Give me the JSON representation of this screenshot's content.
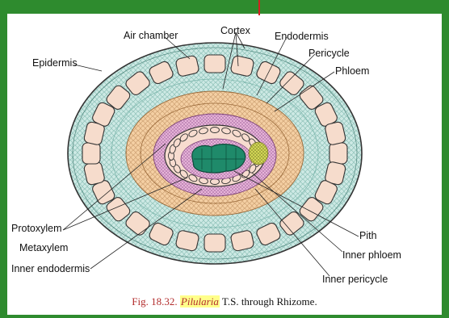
{
  "labels": {
    "air_chamber": "Air chamber",
    "cortex": "Cortex",
    "endodermis": "Endodermis",
    "pericycle": "Pericycle",
    "phloem": "Phloem",
    "epidermis": "Epidermis",
    "protoxylem": "Protoxylem",
    "metaxylem": "Metaxylem",
    "inner_endodermis": "Inner endodermis",
    "pith": "Pith",
    "inner_phloem": "Inner phloem",
    "inner_pericycle": "Inner pericycle"
  },
  "caption": {
    "figure": "Fig. 18.32.",
    "genus": "Pilularia",
    "rest": "T.S. through Rhizome."
  },
  "colors": {
    "frame_green": "#2e8b2e",
    "red_tick": "#d42020",
    "epidermis_fill": "#c9e6e0",
    "air_chamber_fill": "#f6dccc",
    "cortex_fill": "#cde9e4",
    "endodermis_fill": "#f4cfa3",
    "phloem_fill": "#e7b5d9",
    "xylem_fill": "#f7dccf",
    "pith_fill": "#1f8a6a",
    "protoxylem_fill": "#d7dc58",
    "caption_fig": "#b32d2d",
    "caption_highlight": "#ffff8a"
  }
}
